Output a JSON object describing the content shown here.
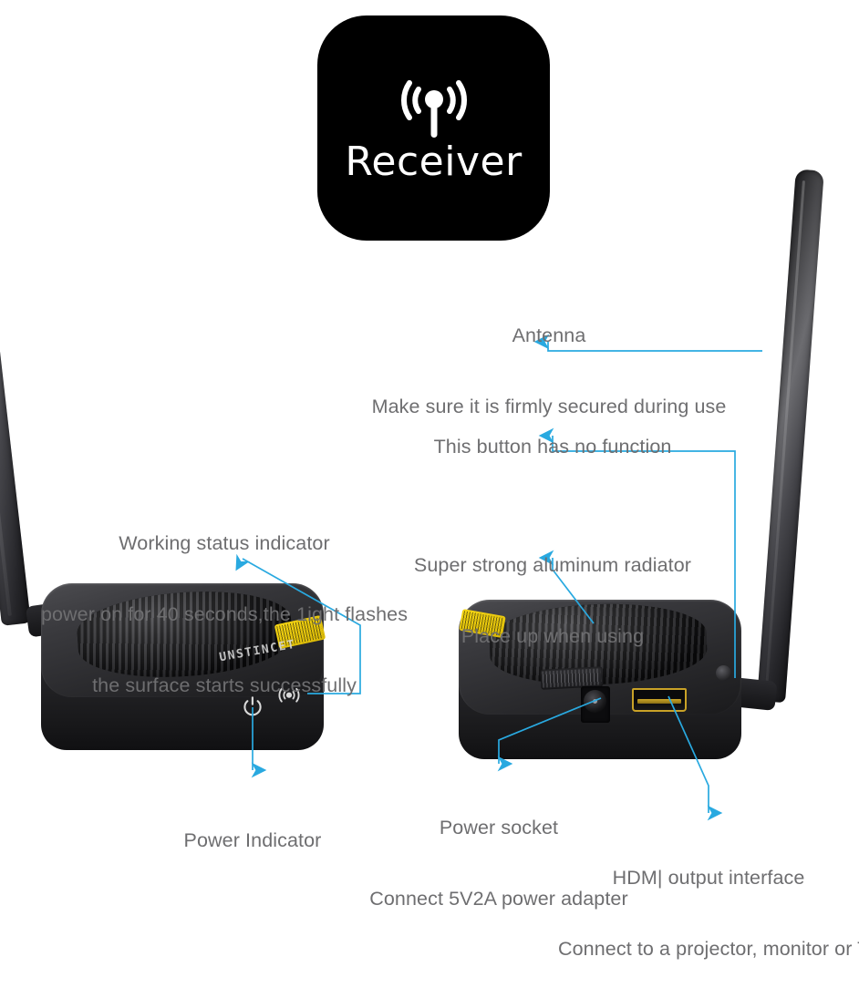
{
  "logo": {
    "word": "Receiver",
    "icon": "wifi-signal-icon",
    "background": "#000000",
    "text_color": "#ffffff"
  },
  "accent_color": "#29a9e0",
  "label_color": "#6e6e70",
  "callouts": [
    {
      "id": "antenna",
      "title": "Antenna",
      "detail": "Make sure it is firmly secured during use"
    },
    {
      "id": "button-no-function",
      "title": "This button has no function",
      "detail": ""
    },
    {
      "id": "working-status-indicator",
      "title": "Working status indicator",
      "line2": "power on for 40 seconds,the 1ight flashes",
      "line3": "the surface starts successfully"
    },
    {
      "id": "aluminum-radiator",
      "title": "Super strong aluminum radiator",
      "detail": "Place up when using"
    },
    {
      "id": "power-indicator",
      "title": "Power Indicator",
      "detail": ""
    },
    {
      "id": "power-socket",
      "title": "Power socket",
      "detail": "Connect 5V2A power adapter"
    },
    {
      "id": "hdmi-output",
      "title": "HDM| output interface",
      "detail": "Connect to a projector, monitor or TV"
    }
  ],
  "devices": [
    {
      "id": "receiver-front-view",
      "brand_text": "UNSTINCET",
      "features": [
        "antenna",
        "grille",
        "yellow-sticker",
        "power-icon",
        "wifi-icon"
      ]
    },
    {
      "id": "receiver-rear-view",
      "brand_text": "",
      "features": [
        "antenna",
        "grille",
        "yellow-sticker",
        "rating-plate",
        "dc-power-socket",
        "hdmi-port",
        "small-button"
      ]
    }
  ]
}
